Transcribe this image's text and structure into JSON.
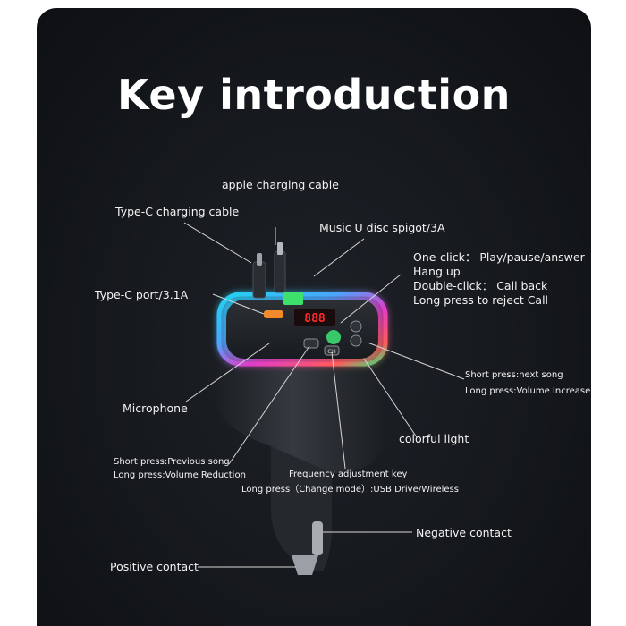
{
  "title": "Key introduction",
  "labels": {
    "apple_cable": "apple charging cable",
    "typec_cable": "Type-C charging cable",
    "music_disc": "Music U disc spigot/3A",
    "typec_port": "Type-C port/3.1A",
    "one_click": "One-click： Play/pause/answer",
    "hang_up": "Hang up",
    "double_click": "Double-click：  Call back",
    "long_press_reject": "Long press to reject Call",
    "short_next": "Short press:next song",
    "long_vol_up": "Long press:Volume Increase",
    "microphone": "Microphone",
    "colorful_light": "colorful light",
    "short_prev": "Short press:Previous song",
    "long_vol_down": "Long press:Volume Reduction",
    "freq_key": "Frequency adjustment key",
    "long_mode": "Long press（Change mode）:USB Drive/Wireless",
    "negative": "Negative contact",
    "positive": "Positive contact"
  },
  "device": {
    "display": "888",
    "ch_key": "CH",
    "colors": {
      "led_cyan": "#22d3ee",
      "led_magenta": "#e23cc8",
      "led_green": "#39e07a",
      "body": "#2a2e33"
    }
  }
}
